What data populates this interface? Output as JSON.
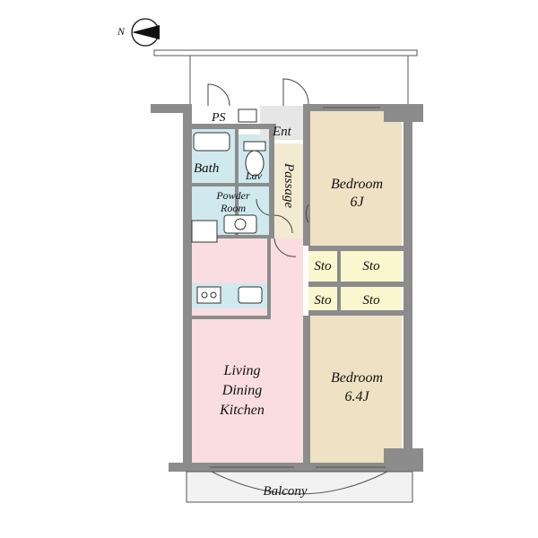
{
  "compass": {
    "north_label": "N"
  },
  "labels": {
    "ps": "PS",
    "ent": "Ent",
    "bath": "Bath",
    "lav": "Lav",
    "passage": "Passage",
    "powder_room_line1": "Powder",
    "powder_room_line2": "Room",
    "bedroom1_line1": "Bedroom",
    "bedroom1_line2": "6J",
    "sto1": "Sto",
    "sto2": "Sto",
    "sto3": "Sto",
    "sto4": "Sto",
    "living_line1": "Living",
    "living_line2": "Dining",
    "living_line3": "Kitchen",
    "bedroom2_line1": "Bedroom",
    "bedroom2_line2": "6.4J",
    "balcony": "Balcony"
  },
  "colors": {
    "bedroom": "#efe1c3",
    "storage": "#fbf7cf",
    "ldk": "#f9dde1",
    "wet_area": "#cfe9ee",
    "entrance": "#e6e6e6",
    "passage": "#f3ead2",
    "wall": "#8c8c8c",
    "balcony": "#f2f2f2"
  }
}
